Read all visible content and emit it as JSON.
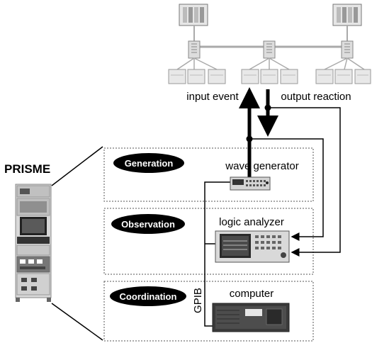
{
  "title": "PRISME",
  "network": {
    "input_label": "input event",
    "output_label": "output reaction"
  },
  "layers": [
    {
      "badge": "Generation",
      "device_label": "wave generator"
    },
    {
      "badge": "Observation",
      "device_label": "logic analyzer"
    },
    {
      "badge": "Coordination",
      "device_label": "computer"
    }
  ],
  "bus_label": "GPIB",
  "colors": {
    "badge_fill": "#000000",
    "badge_text": "#ffffff",
    "line": "#000000",
    "device_gray": "#cfcfcf",
    "dashed_box": "#555555"
  }
}
